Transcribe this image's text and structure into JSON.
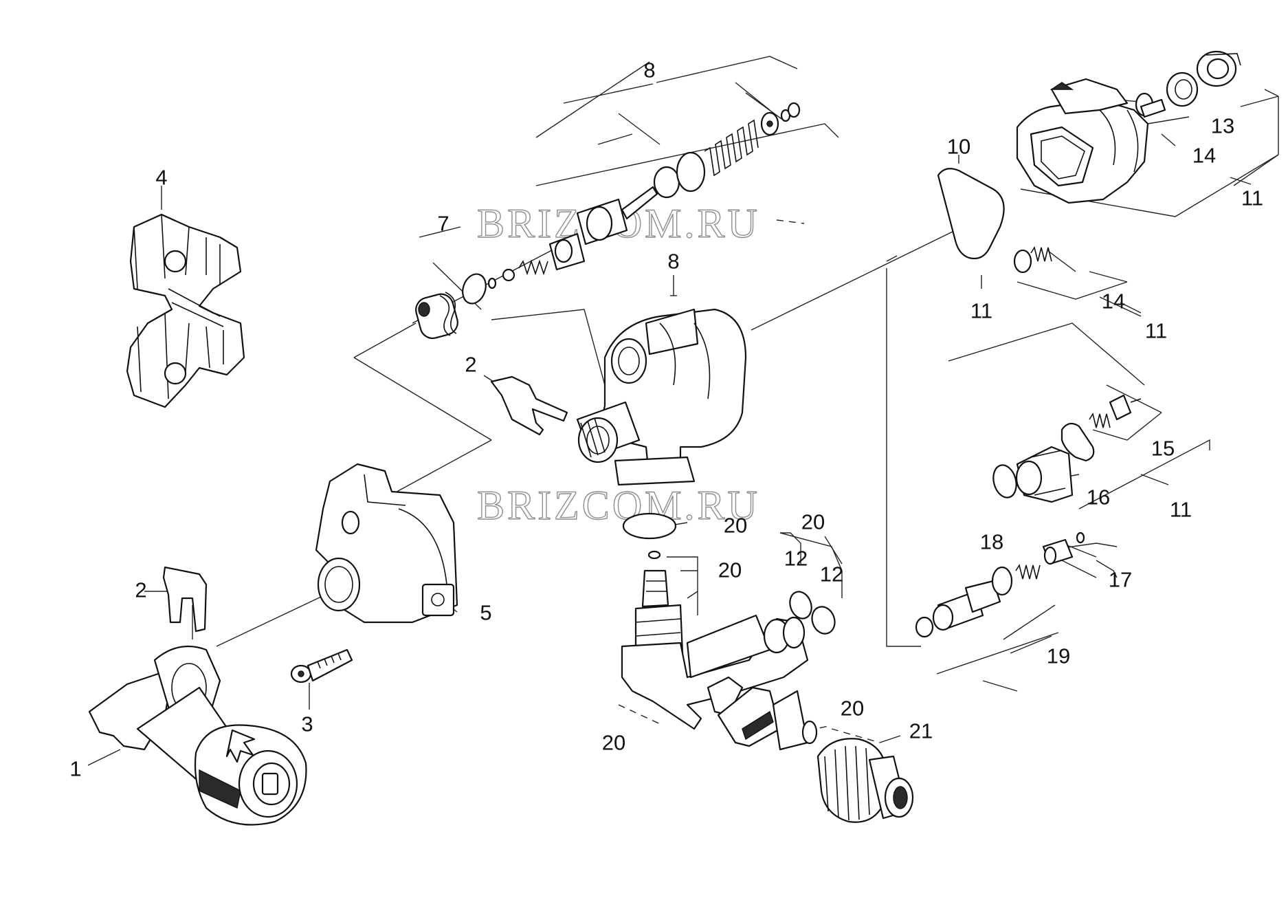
{
  "watermark": "BRIZCOM.RU",
  "callouts": {
    "n1": "1",
    "n2a": "2",
    "n2b": "2",
    "n3": "3",
    "n4": "4",
    "n5": "5",
    "n7": "7",
    "n8a": "8",
    "n8b": "8",
    "n10": "10",
    "n11a": "11",
    "n11b": "11",
    "n11c": "11",
    "n11d": "11",
    "n12a": "12",
    "n12b": "12",
    "n13": "13",
    "n14a": "14",
    "n14b": "14",
    "n15": "15",
    "n16": "16",
    "n17": "17",
    "n18": "18",
    "n19": "19",
    "n20a": "20",
    "n20b": "20",
    "n20c": "20",
    "n20d": "20",
    "n20e": "20",
    "n21": "21"
  }
}
